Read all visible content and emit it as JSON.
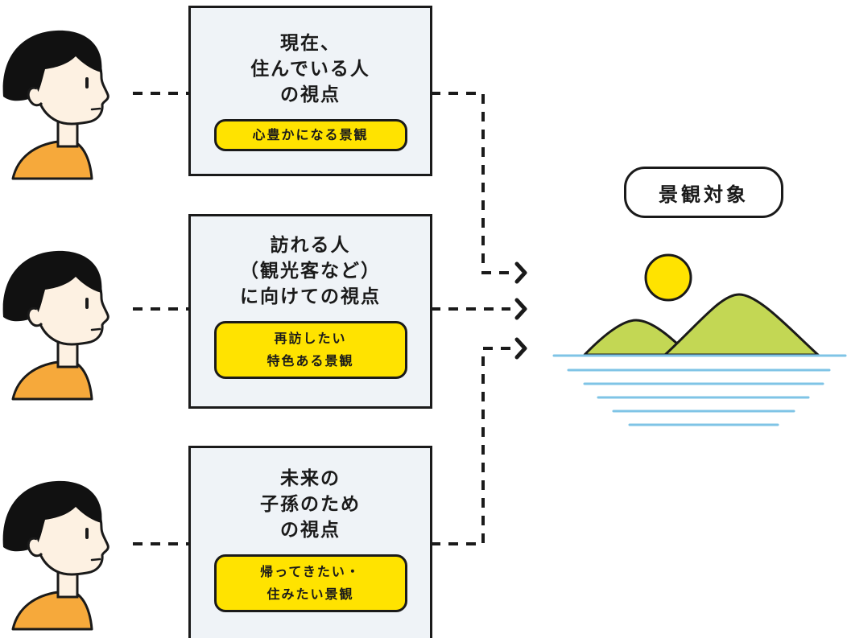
{
  "perspectives": [
    {
      "title": "現在、\n住んでいる人\nの視点",
      "badge": "心豊かになる景観"
    },
    {
      "title": "訪れる人\n（観光客など）\nに向けての視点",
      "badge": "再訪したい\n特色ある景観"
    },
    {
      "title": "未来の\n子孫のため\nの視点",
      "badge": "帰ってきたい・\n住みたい景観"
    }
  ],
  "target": {
    "label": "景観対象"
  },
  "colors": {
    "box_fill": "#eff3f7",
    "badge_fill": "#ffe300",
    "shirt": "#f6a93b",
    "skin": "#fdf1e2",
    "hair": "#111111",
    "sun": "#ffe300",
    "mountain": "#c3d754",
    "water": "#7fc4e6",
    "line": "#1a1a1a"
  }
}
